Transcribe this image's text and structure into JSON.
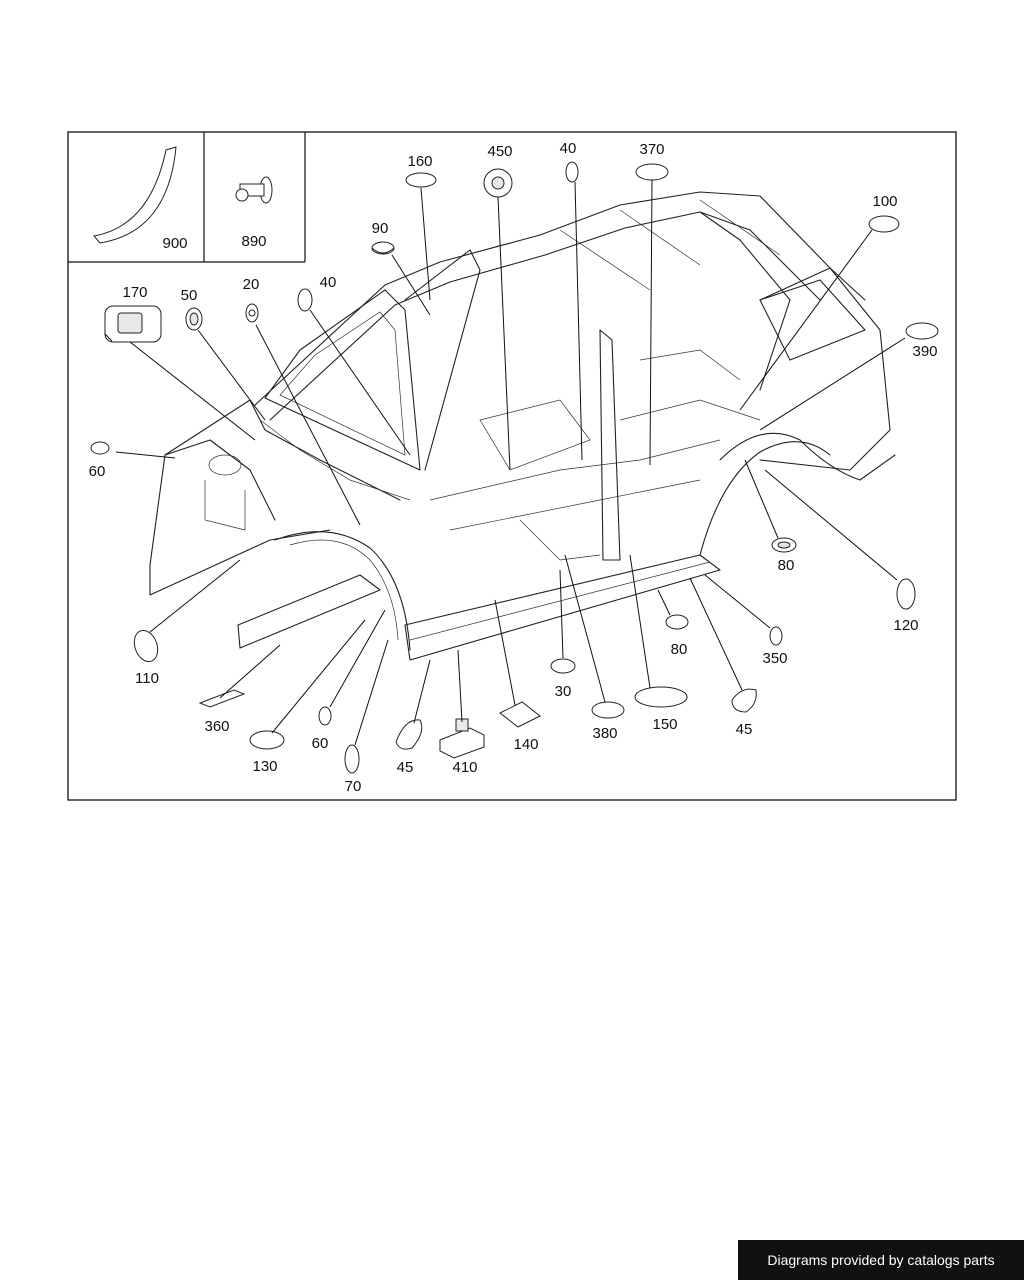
{
  "callouts": {
    "c900": "900",
    "c890": "890",
    "c170": "170",
    "c50": "50",
    "c20": "20",
    "c40a": "40",
    "c90": "90",
    "c160": "160",
    "c450": "450",
    "c40b": "40",
    "c370": "370",
    "c100": "100",
    "c390": "390",
    "c60a": "60",
    "c110": "110",
    "c360": "360",
    "c130": "130",
    "c60b": "60",
    "c70": "70",
    "c45a": "45",
    "c410": "410",
    "c140": "140",
    "c30": "30",
    "c380": "380",
    "c150": "150",
    "c80a": "80",
    "c80b": "80",
    "c120": "120",
    "c350": "350",
    "c45b": "45"
  },
  "footer": {
    "text": "Diagrams provided by catalogs parts"
  }
}
